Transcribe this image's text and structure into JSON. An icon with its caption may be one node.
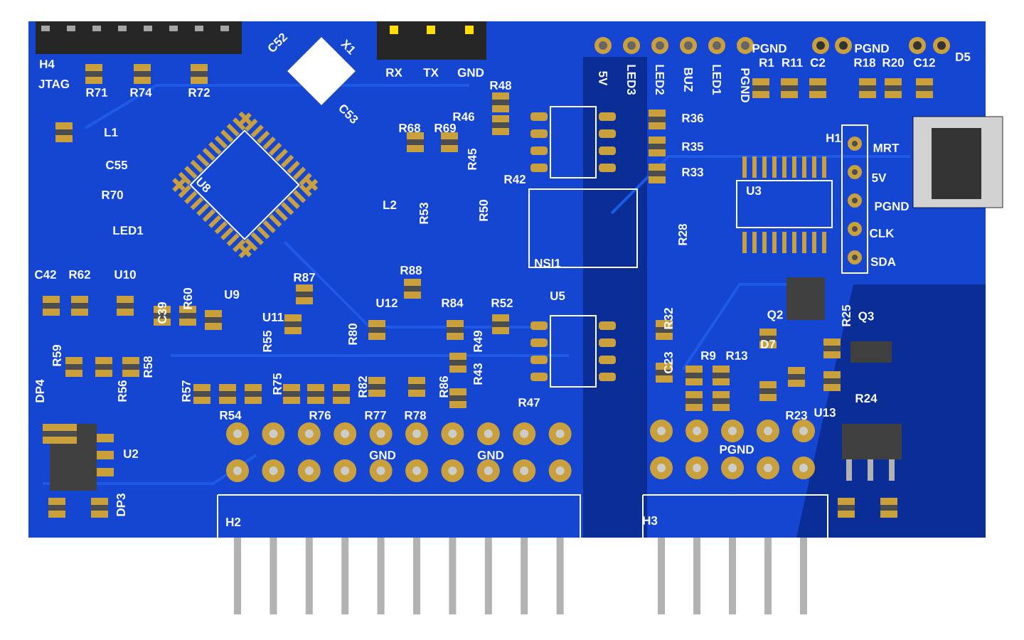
{
  "diagram": {
    "labels": [
      "H4",
      "JTAG",
      "R71",
      "R74",
      "R72",
      "C52",
      "X1",
      "C53",
      "RX",
      "TX",
      "GND",
      "R48",
      "L1",
      "C55",
      "R70",
      "LED1",
      "U8",
      "R68",
      "R69",
      "R46",
      "R45",
      "L2",
      "R53",
      "R50",
      "R42",
      "5V",
      "LED3",
      "LED2",
      "BUZ",
      "LED1",
      "PGND",
      "PGND",
      "R1",
      "R11",
      "C2",
      "PGND",
      "R18",
      "R20",
      "C12",
      "D5",
      "R36",
      "R35",
      "R33",
      "H1",
      "U3",
      "MRT",
      "5V",
      "PGND",
      "CLK",
      "NSI1",
      "SDA",
      "R28",
      "C42",
      "R62",
      "U10",
      "C39",
      "R60",
      "U9",
      "U11",
      "R87",
      "R88",
      "U12",
      "R84",
      "R52",
      "R55",
      "R80",
      "R59",
      "R56",
      "R58",
      "R57",
      "R75",
      "R82",
      "R86",
      "R49",
      "R43",
      "DP4",
      "U2",
      "DP3",
      "R54",
      "R76",
      "R77",
      "R78",
      "GND",
      "GND",
      "R47",
      "H2",
      "U5",
      "R32",
      "C23",
      "R9",
      "R13",
      "D7",
      "Q2",
      "R25",
      "Q3",
      "R24",
      "R23",
      "U13",
      "PGND",
      "H3"
    ]
  }
}
